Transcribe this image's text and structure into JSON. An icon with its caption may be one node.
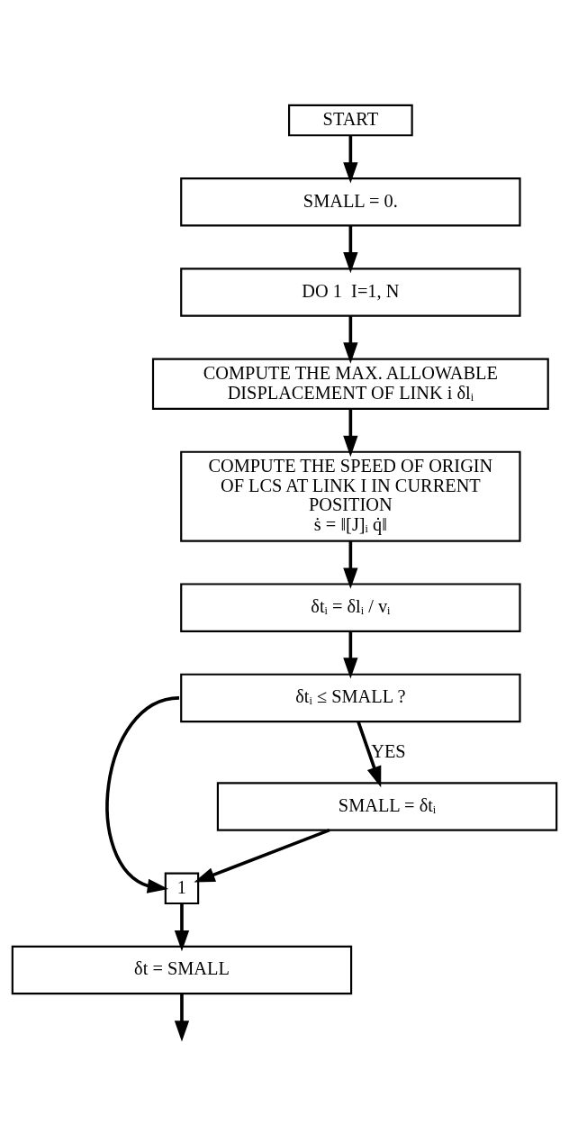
{
  "diagram": {
    "nodes": [
      {
        "text": [
          "START"
        ]
      },
      {
        "text": [
          "SMALL = 0."
        ]
      },
      {
        "text": [
          "DO 1  I=1, N"
        ]
      },
      {
        "text": [
          "COMPUTE THE MAX. ALLOWABLE DISPLACEMENT OF LINK i δlᵢ"
        ]
      },
      {
        "text": [
          "COMPUTE THE SPEED OF ORIGIN OF LCS AT LINK I IN CURRENT POSITION",
          "ṡ = ‖[J]ᵢ q̇‖"
        ]
      },
      {
        "text": [
          "δtᵢ = δlᵢ / vᵢ"
        ]
      },
      {
        "text": [
          "δtᵢ ≤ SMALL ?"
        ]
      },
      {
        "text": [
          "SMALL = δtᵢ"
        ]
      },
      {
        "text": [
          "1"
        ]
      },
      {
        "text": [
          "δt = SMALL"
        ]
      }
    ],
    "edges": [
      {
        "from": 0,
        "to": 1,
        "arrow": "to"
      },
      {
        "from": 1,
        "to": 2,
        "arrow": "to"
      },
      {
        "from": 2,
        "to": 3,
        "arrow": "to"
      },
      {
        "from": 3,
        "to": 4,
        "arrow": "to"
      },
      {
        "from": 4,
        "to": 5,
        "arrow": "to"
      },
      {
        "from": 5,
        "to": 6,
        "arrow": "to"
      },
      {
        "from": 6,
        "to": 7,
        "arrow": "to",
        "label": "YES"
      },
      {
        "from": 7,
        "to": 8,
        "arrow": "to"
      },
      {
        "from": 6,
        "to": 8,
        "arrow": "to"
      },
      {
        "from": 9,
        "to": null,
        "arrow": "to"
      },
      {
        "from": 8,
        "to": 9,
        "arrow": "to"
      }
    ]
  }
}
